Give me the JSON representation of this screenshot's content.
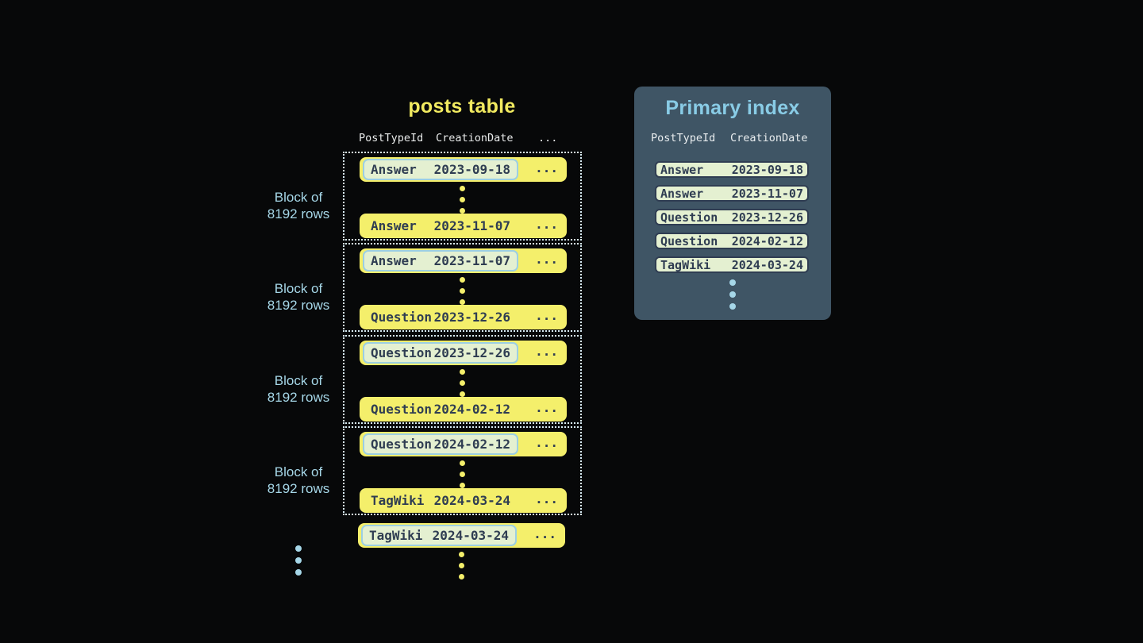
{
  "posts_table": {
    "title": "posts table",
    "columns": [
      "PostTypeId",
      "CreationDate",
      "..."
    ],
    "blocks": [
      {
        "label": [
          "Block of",
          "8192 rows"
        ],
        "first_row": {
          "post_type": "Answer",
          "creation_date": "2023-09-18",
          "more": "..."
        },
        "last_row": {
          "post_type": "Answer",
          "creation_date": "2023-11-07",
          "more": "..."
        }
      },
      {
        "label": [
          "Block of",
          "8192 rows"
        ],
        "first_row": {
          "post_type": "Answer",
          "creation_date": "2023-11-07",
          "more": "..."
        },
        "last_row": {
          "post_type": "Question",
          "creation_date": "2023-12-26",
          "more": "..."
        }
      },
      {
        "label": [
          "Block of",
          "8192 rows"
        ],
        "first_row": {
          "post_type": "Question",
          "creation_date": "2023-12-26",
          "more": "..."
        },
        "last_row": {
          "post_type": "Question",
          "creation_date": "2024-02-12",
          "more": "..."
        }
      },
      {
        "label": [
          "Block of",
          "8192 rows"
        ],
        "first_row": {
          "post_type": "Question",
          "creation_date": "2024-02-12",
          "more": "..."
        },
        "last_row": {
          "post_type": "TagWiki",
          "creation_date": "2024-03-24",
          "more": "..."
        }
      }
    ],
    "overflow_row": {
      "post_type": "TagWiki",
      "creation_date": "2024-03-24",
      "more": "..."
    }
  },
  "primary_index": {
    "title": "Primary index",
    "columns": [
      "PostTypeId",
      "CreationDate"
    ],
    "rows": [
      {
        "post_type": "Answer",
        "creation_date": "2023-09-18"
      },
      {
        "post_type": "Answer",
        "creation_date": "2023-11-07"
      },
      {
        "post_type": "Question",
        "creation_date": "2023-12-26"
      },
      {
        "post_type": "Question",
        "creation_date": "2024-02-12"
      },
      {
        "post_type": "TagWiki",
        "creation_date": "2024-03-24"
      }
    ]
  },
  "colors": {
    "background": "#070809",
    "row_yellow": "#f4ef6b",
    "title_yellow": "#f1ea60",
    "highlight_green": "#e4f0d1",
    "highlight_border_blue": "#9ccfe3",
    "panel_slate": "#3f5565",
    "accent_blue": "#89cce6",
    "label_blue": "#a6d7e8",
    "dark_text": "#2f3d52",
    "header_text": "#e8eaea",
    "dotted_border": "#d9edf6"
  }
}
